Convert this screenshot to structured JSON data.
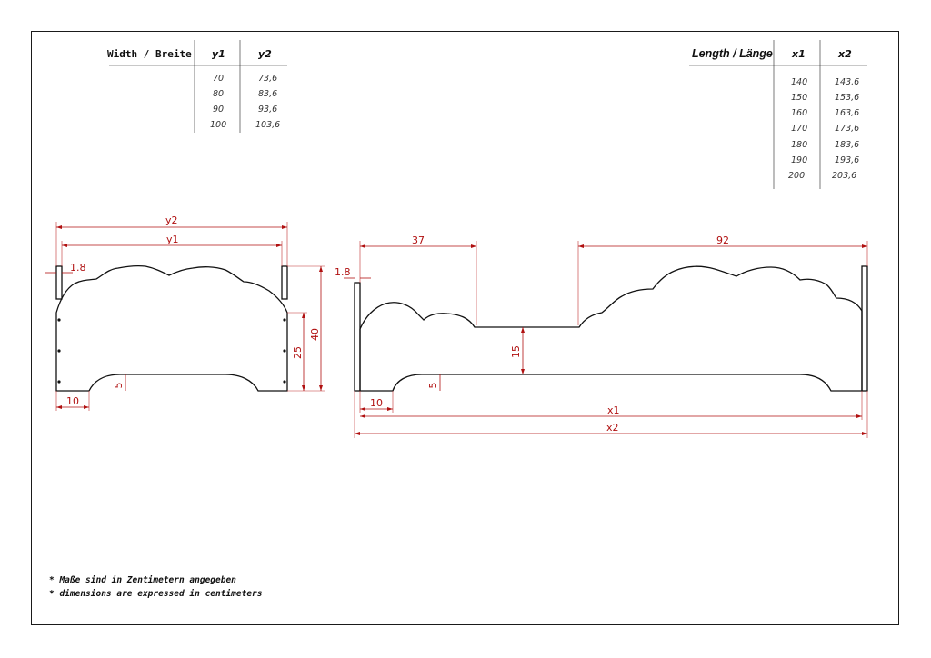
{
  "width_table": {
    "header": "Width / Breite",
    "col1": "y1",
    "col2": "y2",
    "rows": [
      {
        "y1": "70",
        "y2": "73,6"
      },
      {
        "y1": "80",
        "y2": "83,6"
      },
      {
        "y1": "90",
        "y2": "93,6"
      },
      {
        "y1": "100",
        "y2": "103,6"
      }
    ]
  },
  "length_table": {
    "header": "Length / Länge",
    "col1": "x1",
    "col2": "x2",
    "rows": [
      {
        "x1": "140",
        "x2": "143,6"
      },
      {
        "x1": "150",
        "x2": "153,6"
      },
      {
        "x1": "160",
        "x2": "163,6"
      },
      {
        "x1": "170",
        "x2": "173,6"
      },
      {
        "x1": "180",
        "x2": "183,6"
      },
      {
        "x1": "190",
        "x2": "193,6"
      },
      {
        "x1": "200",
        "x2": "203,6"
      }
    ]
  },
  "end_view": {
    "y2": "y2",
    "y1": "y1",
    "thickness": "1.8",
    "height_total": "40",
    "height_board": "25",
    "leg_cut": "5",
    "leg_width": "10"
  },
  "side_view": {
    "left_section": "37",
    "right_section": "92",
    "thickness": "1.8",
    "middle_drop": "15",
    "leg_cut": "5",
    "leg_width": "10",
    "x1": "x1",
    "x2": "x2"
  },
  "notes": [
    "* Maße sind in Zentimetern angegeben",
    "* dimensions are expressed in centimeters"
  ],
  "colors": {
    "dimension": "#b01010",
    "outline": "#111111"
  }
}
